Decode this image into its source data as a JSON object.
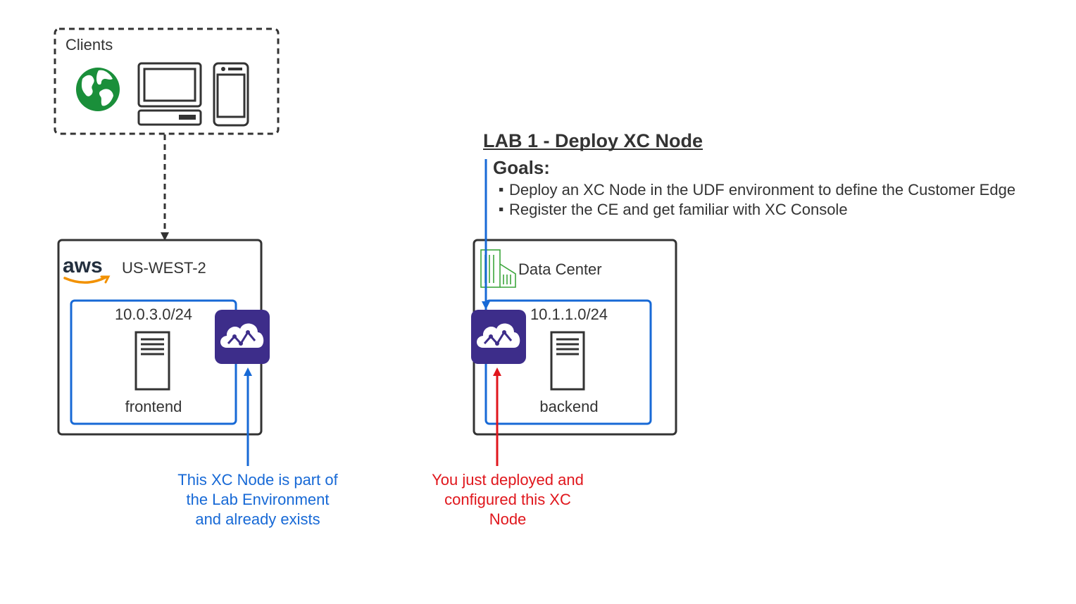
{
  "colors": {
    "border": "#333333",
    "subnet": "#1769d6",
    "node_purple": "#3d2d8a",
    "red": "#e0161c",
    "green_globe": "#1a8f3a",
    "building_green": "#3ca63c",
    "aws_orange": "#f29100"
  },
  "clients": {
    "label": "Clients",
    "icons": [
      "globe-icon",
      "laptop-icon",
      "phone-icon"
    ]
  },
  "aws_region": {
    "logo_text": "aws",
    "label": "US-WEST-2",
    "subnet": "10.0.3.0/24",
    "server": "frontend"
  },
  "datacenter": {
    "label": "Data Center",
    "subnet": "10.1.1.0/24",
    "server": "backend"
  },
  "lab": {
    "title": "LAB 1 - Deploy XC Node",
    "goals_heading": "Goals:",
    "goals": [
      "Deploy an XC Node in the UDF environment to define the Customer Edge",
      "Register the CE and get familiar with XC Console"
    ]
  },
  "annotations": {
    "existing_node": [
      "This XC Node is part of",
      "the Lab Environment",
      "and already exists"
    ],
    "deployed_node": [
      "You just deployed and",
      "configured this XC",
      "Node"
    ]
  }
}
